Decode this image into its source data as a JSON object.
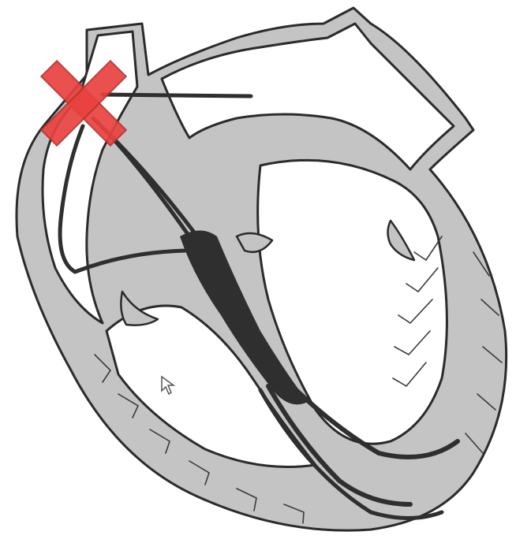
{
  "diagram": {
    "subject": "heart-conduction-system",
    "marker": {
      "shape": "x",
      "color": "#e8423f",
      "location": "sinoatrial-node"
    },
    "colors": {
      "tissue": "#c4c4c4",
      "outline": "#2b2b2b",
      "conduction": "#2f2f2f"
    }
  }
}
